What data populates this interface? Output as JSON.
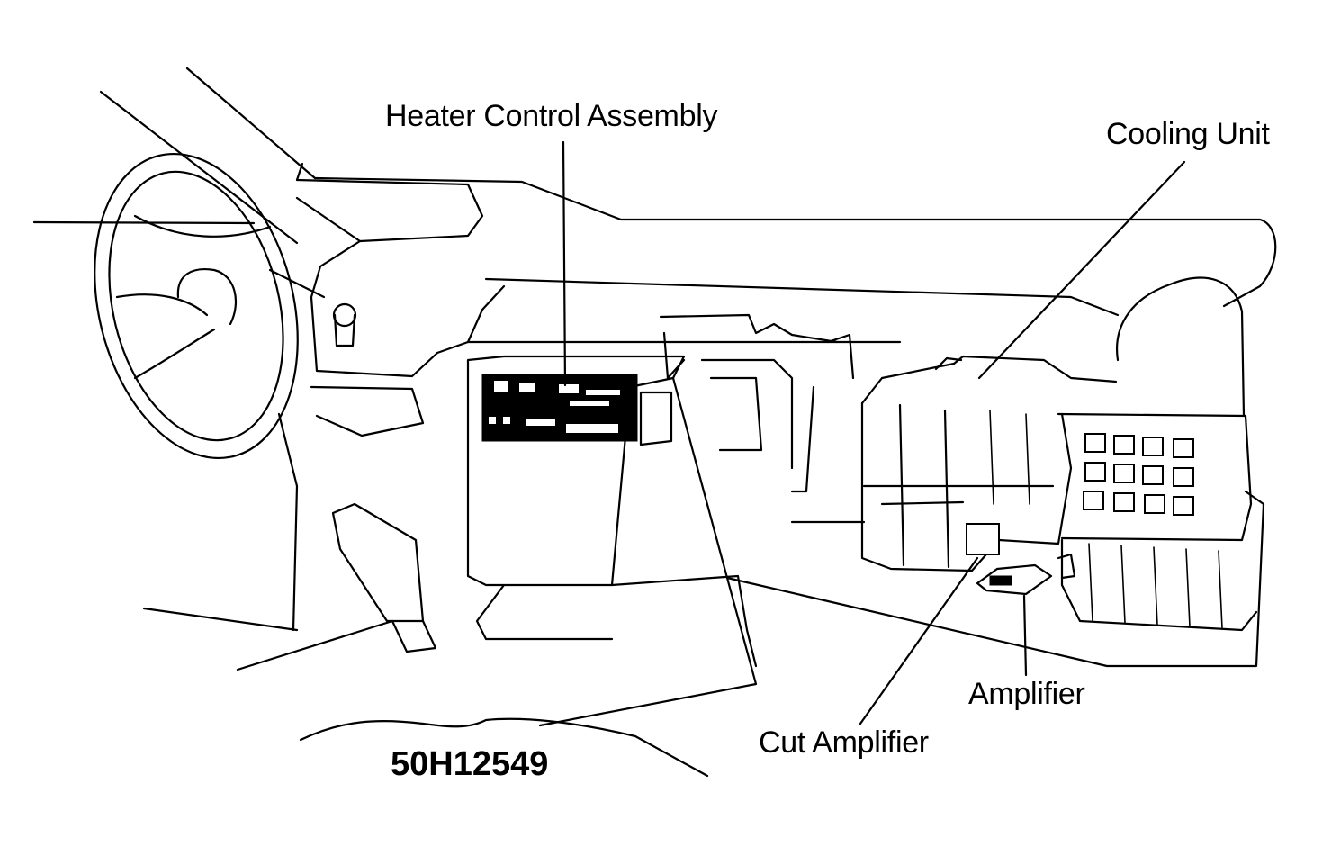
{
  "figure": {
    "labels": {
      "heater_control_assembly": "Heater Control Assembly",
      "cooling_unit": "Cooling Unit",
      "amplifier": "Amplifier",
      "cut_amplifier": "Cut Amplifier"
    },
    "figure_code": "50H12549"
  },
  "colors": {
    "line": "#000000",
    "background": "#ffffff"
  }
}
